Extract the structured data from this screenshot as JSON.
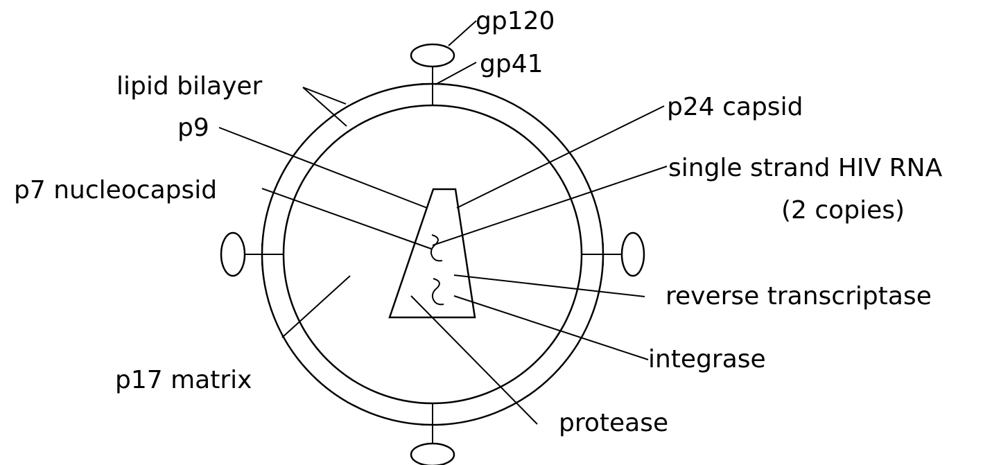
{
  "labels": {
    "gp120": "gp120",
    "gp41": "gp41",
    "lipid_bilayer": "lipid bilayer",
    "p9": "p9",
    "p7_nucleocapsid": "p7 nucleocapsid",
    "p24_capsid": "p24 capsid",
    "single_strand_rna": "single strand HIV RNA",
    "rna_copies": "(2 copies)",
    "reverse_transcriptase": "reverse transcriptase",
    "integrase": "integrase",
    "p17_matrix": "p17 matrix",
    "protease": "protease"
  },
  "colors": {
    "ink": "#000000",
    "background": "#ffffff"
  }
}
